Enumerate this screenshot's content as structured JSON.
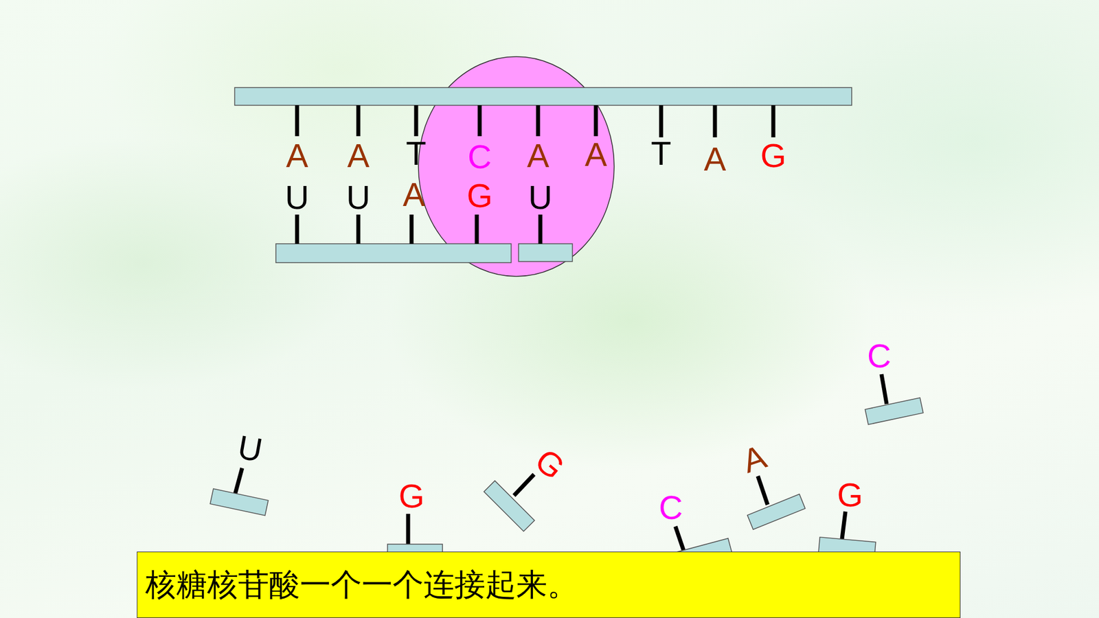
{
  "diagram": {
    "caption": "核糖核苷酸一个一个连接起来。",
    "labels": [
      "A",
      "A",
      "T",
      "C",
      "A",
      "A",
      "T",
      "A",
      "G",
      "U",
      "U",
      "A",
      "G",
      "U",
      "U",
      "G",
      "G",
      "C",
      "A",
      "C",
      "G"
    ]
  }
}
